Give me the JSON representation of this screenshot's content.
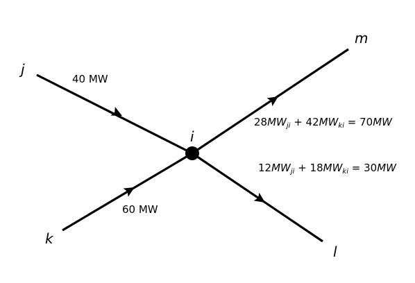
{
  "nodes": {
    "j": "j",
    "k": "k",
    "m": "m",
    "l": "l",
    "i": "i"
  },
  "flows": {
    "jk_top": "40 MW",
    "k_bottom": "60 MW"
  },
  "equations": {
    "eq1": {
      "a": "28",
      "b": "42",
      "result": "70",
      "unit": "MW",
      "sub1": "ji",
      "sub2": "ki"
    },
    "eq2": {
      "a": "12",
      "b": "18",
      "result": "30",
      "unit": "MW",
      "sub1": "ji",
      "sub2": "ki"
    }
  },
  "colors": {
    "stroke": "#000000",
    "background": "#ffffff"
  }
}
